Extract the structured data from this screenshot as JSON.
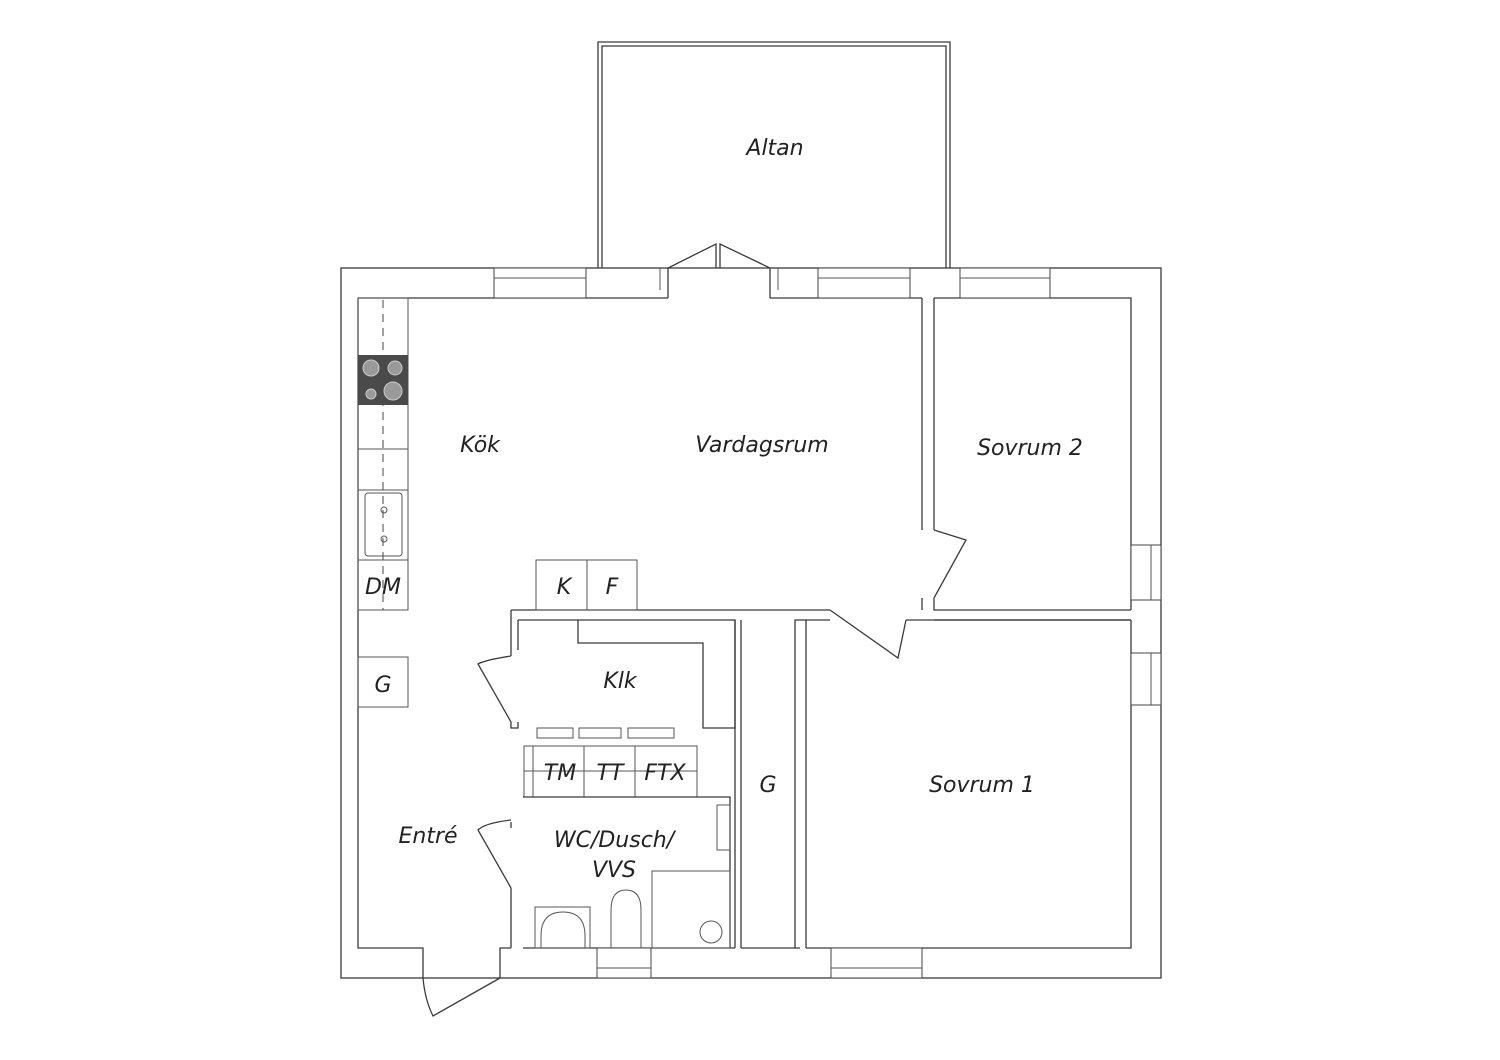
{
  "floor_plan": {
    "rooms": {
      "altan": "Altan",
      "kok": "Kök",
      "vardagsrum": "Vardagsrum",
      "sovrum2": "Sovrum 2",
      "sovrum1": "Sovrum 1",
      "klk": "Klk",
      "entre": "Entré",
      "wc": "WC/Dusch/",
      "wc_line2": "VVS",
      "corridor_g": "G"
    },
    "fixtures": {
      "dm": "DM",
      "g_cabinet": "G",
      "k": "K",
      "f": "F",
      "tm": "TM",
      "tt": "TT",
      "ftx": "FTX"
    },
    "colors": {
      "line": "#3a3a3a",
      "stove": "#4a4a4a",
      "burner": "#9a9a9a"
    }
  }
}
